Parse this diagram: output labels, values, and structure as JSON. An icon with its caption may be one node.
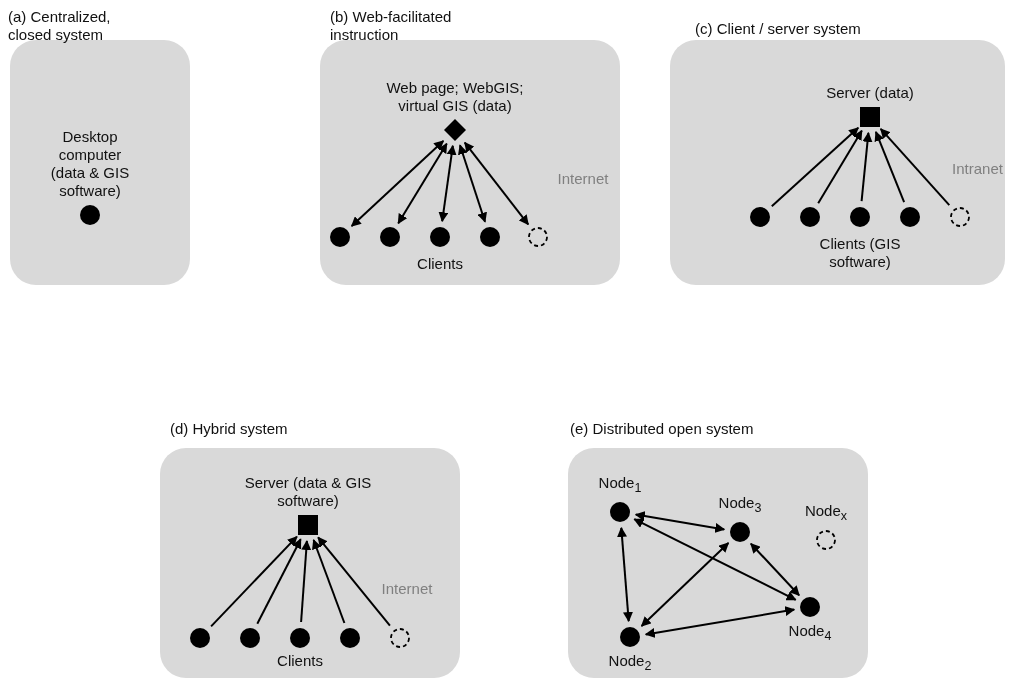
{
  "diagram": {
    "nodes": [
      {
        "text": [
          "(a) Centralized, closed system"
        ]
      },
      {
        "text": [],
        "shape": "circle",
        "in": 0,
        "beside": [
          "Desktop computer (data & GIS software)"
        ]
      },
      {
        "text": [
          "(b) Web-facilitated instruction"
        ]
      },
      {
        "text": [],
        "shape": "diamond",
        "in": 2,
        "beside": [
          "Web page; WebGIS; virtual GIS (data)"
        ]
      },
      {
        "text": [],
        "shape": "circle",
        "in": 2
      },
      {
        "text": [],
        "shape": "circle",
        "in": 2
      },
      {
        "text": [],
        "shape": "circle",
        "in": 2
      },
      {
        "text": [],
        "shape": "circle",
        "in": 2
      },
      {
        "text": [],
        "shape": "circle",
        "in": 2
      },
      {
        "text": [
          "(c) Client / server system"
        ]
      },
      {
        "text": [],
        "shape": "box",
        "in": 9,
        "beside": [
          "Server (data)"
        ]
      },
      {
        "text": [],
        "shape": "circle",
        "in": 9
      },
      {
        "text": [],
        "shape": "circle",
        "in": 9
      },
      {
        "text": [],
        "shape": "circle",
        "in": 9
      },
      {
        "text": [],
        "shape": "circle",
        "in": 9
      },
      {
        "text": [],
        "shape": "circle",
        "in": 9
      },
      {
        "text": [
          "(d) Hybrid system"
        ]
      },
      {
        "text": [],
        "shape": "box",
        "in": 16,
        "beside": [
          "Server (data & GIS software)"
        ]
      },
      {
        "text": [],
        "shape": "circle",
        "in": 16
      },
      {
        "text": [],
        "shape": "circle",
        "in": 16
      },
      {
        "text": [],
        "shape": "circle",
        "in": 16
      },
      {
        "text": [],
        "shape": "circle",
        "in": 16
      },
      {
        "text": [],
        "shape": "circle",
        "in": 16
      },
      {
        "text": [
          "(e) Distributed open system"
        ]
      },
      {
        "text": [],
        "shape": "circle",
        "in": 23,
        "beside": [
          "Node$_{1}$"
        ]
      },
      {
        "text": [],
        "shape": "circle",
        "in": 23,
        "beside": [
          "Node$_{3}$"
        ]
      },
      {
        "text": [],
        "shape": "circle",
        "in": 23,
        "beside": [
          "Node$_{x}$"
        ]
      },
      {
        "text": [],
        "shape": "circle",
        "in": 23,
        "beside": [
          "Node$_{2}$"
        ]
      },
      {
        "text": [],
        "shape": "circle",
        "in": 23,
        "beside": [
          "Node$_{4}$"
        ]
      }
    ],
    "edges": [
      {
        "from": 4,
        "to": 3,
        "arrow": "both"
      },
      {
        "from": 5,
        "to": 3,
        "arrow": "both"
      },
      {
        "from": 6,
        "to": 3,
        "arrow": "both"
      },
      {
        "from": 7,
        "to": 3,
        "arrow": "both"
      },
      {
        "from": 8,
        "to": 3,
        "arrow": "both"
      },
      {
        "from": 11,
        "to": 10,
        "arrow": "to"
      },
      {
        "from": 12,
        "to": 10,
        "arrow": "to"
      },
      {
        "from": 13,
        "to": 10,
        "arrow": "to"
      },
      {
        "from": 14,
        "to": 10,
        "arrow": "to"
      },
      {
        "from": 15,
        "to": 10,
        "arrow": "to"
      },
      {
        "from": 18,
        "to": 17,
        "arrow": "to"
      },
      {
        "from": 19,
        "to": 17,
        "arrow": "to"
      },
      {
        "from": 20,
        "to": 17,
        "arrow": "to"
      },
      {
        "from": 21,
        "to": 17,
        "arrow": "to"
      },
      {
        "from": 22,
        "to": 17,
        "arrow": "to"
      },
      {
        "from": 24,
        "to": 25,
        "arrow": "both"
      },
      {
        "from": 27,
        "to": 24,
        "arrow": "both"
      },
      {
        "from": 28,
        "to": 24,
        "arrow": "both"
      },
      {
        "from": 27,
        "to": 25,
        "arrow": "both"
      },
      {
        "from": 28,
        "to": 25,
        "arrow": "both"
      },
      {
        "from": 27,
        "to": 28,
        "arrow": "both"
      }
    ],
    "labels": [
      "Internet",
      "Clients",
      "Intranet",
      "Clients (GIS software)",
      "Internet",
      "Clients"
    ]
  }
}
